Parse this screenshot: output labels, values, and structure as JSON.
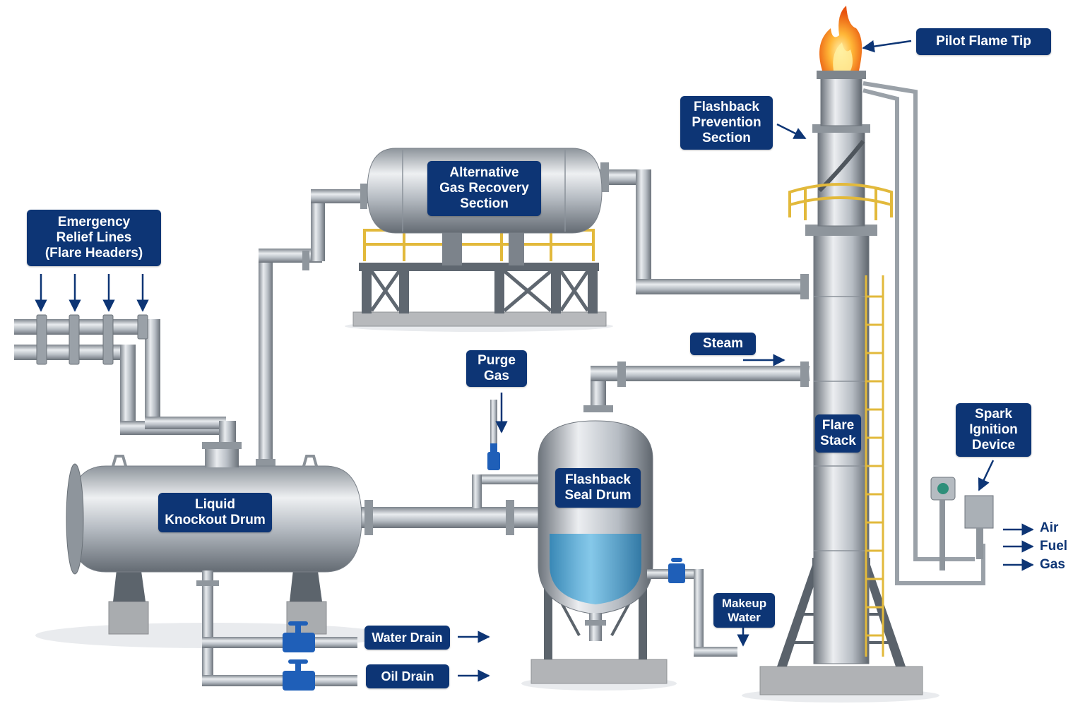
{
  "labels": {
    "emergency_relief": "Emergency\nRelief Lines\n(Flare Headers)",
    "gas_recovery": "Alternative\nGas Recovery\nSection",
    "flashback_prevention": "Flashback\nPrevention\nSection",
    "pilot_flame_tip": "Pilot Flame Tip",
    "steam": "Steam",
    "purge_gas": "Purge\nGas",
    "flare_stack": "Flare\nStack",
    "spark_ignition": "Spark\nIgnition\nDevice",
    "liquid_knockout": "Liquid\nKnockout Drum",
    "flashback_seal": "Flashback\nSeal Drum",
    "makeup_water": "Makeup\nWater",
    "water_drain": "Water Drain",
    "oil_drain": "Oil Drain",
    "air": "Air",
    "fuel": "Fuel",
    "gas": "Gas"
  },
  "colors": {
    "label_bg": "#0d3575",
    "label_text": "#ffffff",
    "arrow": "#0d3575",
    "steel": "#a9afb6",
    "safety_yellow": "#e2b93b",
    "seal_water": "#4aa3d2",
    "valve_blue": "#1f5fb8",
    "flame": "#f7941d"
  }
}
